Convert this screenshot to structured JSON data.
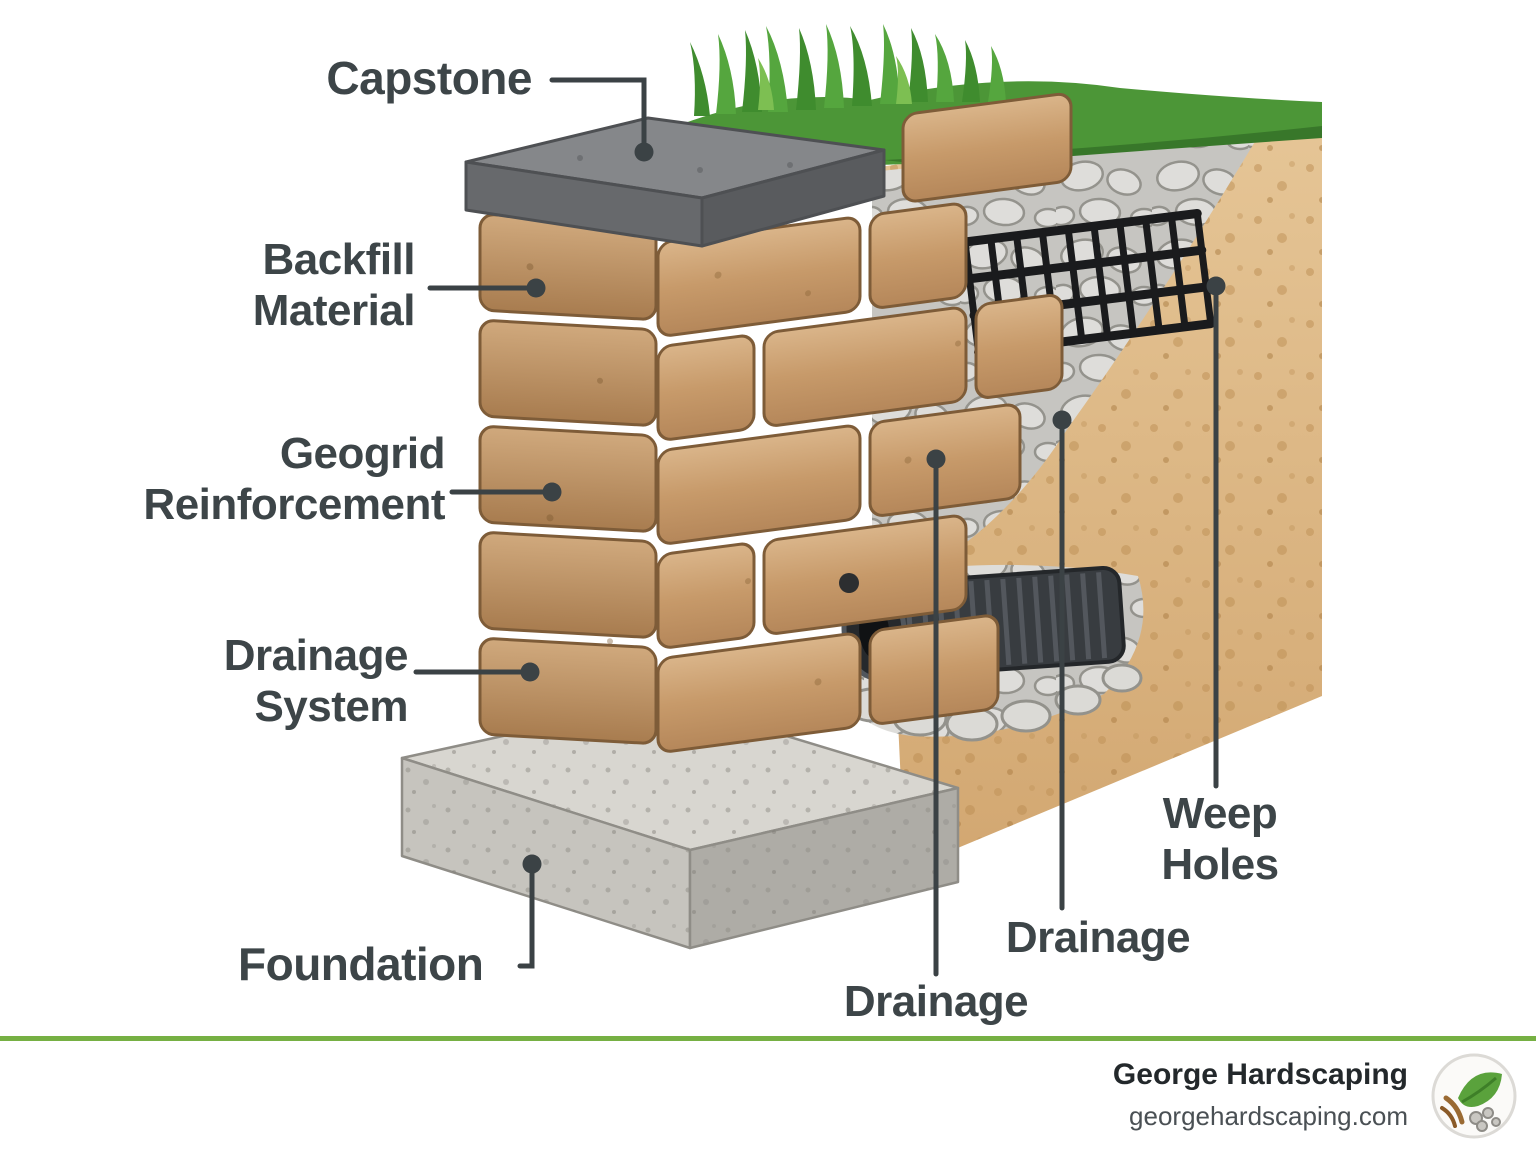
{
  "labels": {
    "capstone": "Capstone",
    "backfill": {
      "line1": "Backfill",
      "line2": "Material"
    },
    "geogrid": {
      "line1": "Geogrid",
      "line2": "Reinforcement"
    },
    "drainage_system": {
      "line1": "Drainage",
      "line2": "System"
    },
    "foundation": "Foundation",
    "weep_holes": {
      "line1": "Weep",
      "line2": "Holes"
    },
    "drainage_pipe": "Drainage",
    "drainage_gravel": "Drainage"
  },
  "footer": {
    "brand": "George Hardscaping",
    "website": "georgehardscaping.com",
    "logo_icon": "leaf-and-stones-logo"
  },
  "colors": {
    "divider_green": "#76b043",
    "label_text": "#3d4548",
    "leader_line": "#3b4245",
    "block_tan": "#c79a6a",
    "capstone_gray": "#6a6c6f",
    "soil_tan": "#dcb483",
    "gravel_gray": "#c6c5c1",
    "grass_green": "#4c9637"
  }
}
